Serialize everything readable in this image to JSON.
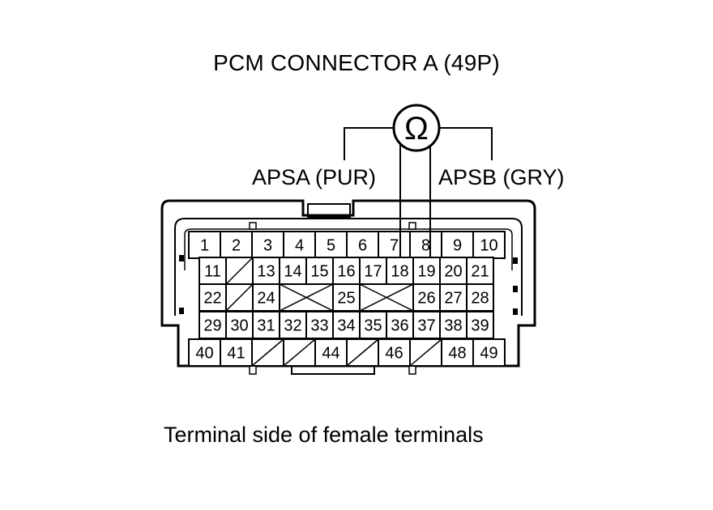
{
  "title": "PCM CONNECTOR A (49P)",
  "meter_symbol": "Ω",
  "probe_a_label": "APSA (PUR)",
  "probe_b_label": "APSB (GRY)",
  "caption": "Terminal side of female terminals",
  "rows": [
    [
      "1",
      "2",
      "3",
      "4",
      "5",
      "6",
      "7",
      "8",
      "9",
      "10"
    ],
    [
      "11",
      "",
      "13",
      "14",
      "15",
      "16",
      "17",
      "18",
      "19",
      "20",
      "21"
    ],
    [
      "22",
      "",
      "24",
      "",
      "25",
      "",
      "26",
      "27",
      "28"
    ],
    [
      "29",
      "30",
      "31",
      "32",
      "33",
      "34",
      "35",
      "36",
      "37",
      "38",
      "39"
    ],
    [
      "40",
      "41",
      "",
      "",
      "44",
      "",
      "46",
      "",
      "48",
      "49"
    ]
  ],
  "probe_a_terminal": "7",
  "probe_b_terminal": "8"
}
